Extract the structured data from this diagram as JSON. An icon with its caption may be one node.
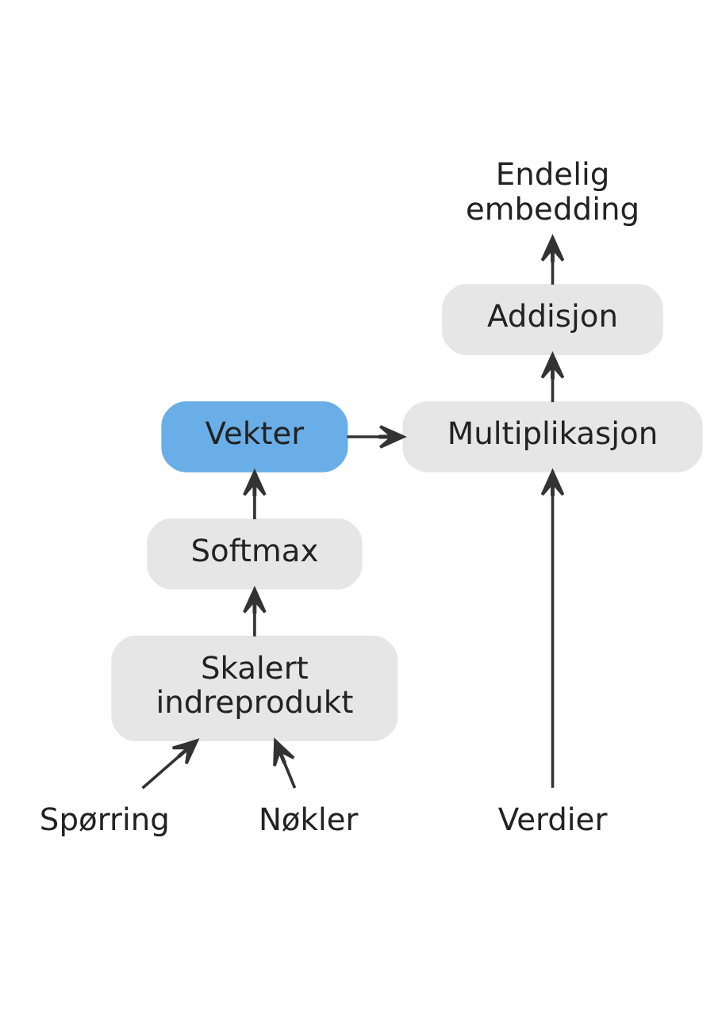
{
  "diagram": {
    "nodes": [
      {
        "text": [
          "Endelig embedding"
        ]
      },
      {
        "text": [
          "Addisjon"
        ]
      },
      {
        "text": [
          "Vekter"
        ]
      },
      {
        "text": [
          "Multiplikasjon"
        ]
      },
      {
        "text": [
          "Softmax"
        ]
      },
      {
        "text": [
          "Skalert indreprodukt"
        ]
      },
      {
        "text": [
          "Spørring"
        ]
      },
      {
        "text": [
          "Nøkler"
        ]
      },
      {
        "text": [
          "Verdier"
        ]
      }
    ],
    "edges": [
      {
        "from": 1,
        "to": 0,
        "arrow": "to"
      },
      {
        "from": 3,
        "to": 1,
        "arrow": "to"
      },
      {
        "from": 2,
        "to": 3,
        "arrow": "to"
      },
      {
        "from": 4,
        "to": 2,
        "arrow": "to"
      },
      {
        "from": 5,
        "to": 4,
        "arrow": "to"
      },
      {
        "from": 6,
        "to": 5,
        "arrow": "to"
      },
      {
        "from": 7,
        "to": 5,
        "arrow": "to"
      },
      {
        "from": 8,
        "to": 3,
        "arrow": "to"
      }
    ]
  }
}
